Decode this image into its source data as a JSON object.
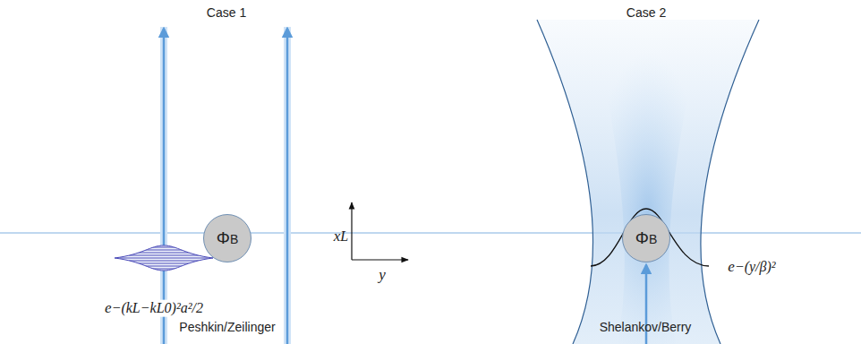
{
  "diagram": {
    "nodes": [
      {
        "text": [
          "ΦB"
        ]
      },
      {
        "text": [
          "ΦB"
        ]
      }
    ],
    "labels": [
      "Case 1",
      "Case 2",
      "xL",
      "y",
      "e−(kL−kL0)²a²/2",
      "e−(y/β)²",
      "Peshkin/Zeilinger",
      "Shelankov/Berry"
    ]
  }
}
